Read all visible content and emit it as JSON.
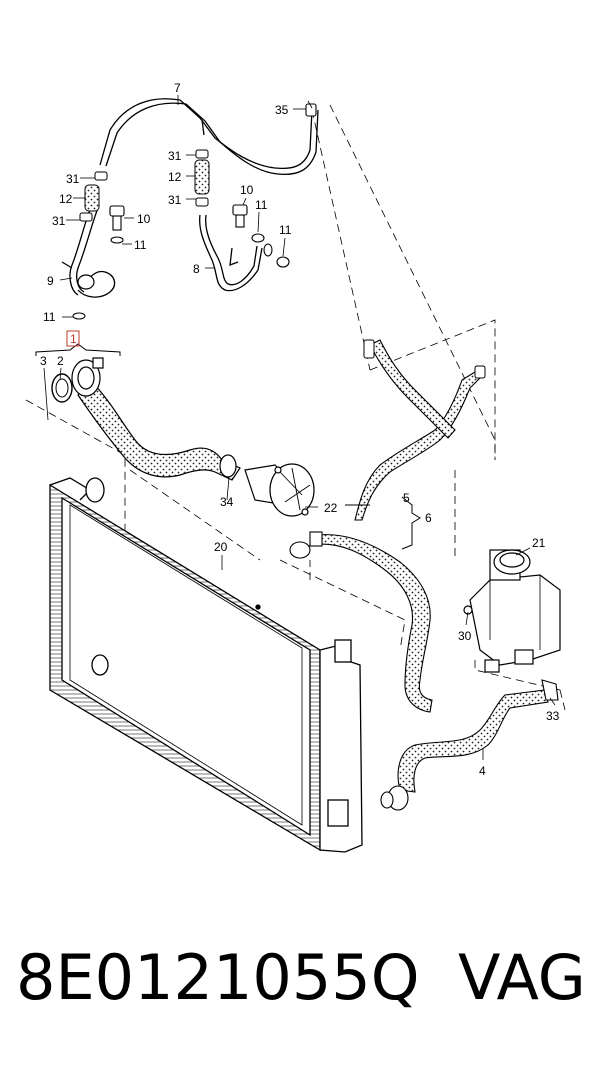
{
  "diagram": {
    "callouts": {
      "c1": "1",
      "c2": "2",
      "c3": "3",
      "c4": "4",
      "c5": "5",
      "c6": "6",
      "c7": "7",
      "c8": "8",
      "c9": "9",
      "c10a": "10",
      "c10b": "10",
      "c11a": "11",
      "c11b": "11",
      "c11c": "11",
      "c11d": "11",
      "c12a": "12",
      "c12b": "12",
      "c20": "20",
      "c21": "21",
      "c22": "22",
      "c30": "30",
      "c31a": "31",
      "c31b": "31",
      "c31c": "31",
      "c31d": "31",
      "c33": "33",
      "c34": "34",
      "c35": "35"
    },
    "highlight_color": "#c0392b",
    "hose_fill_color": "#ffffff",
    "hose_dot_color": "#222222"
  },
  "footer": {
    "part_number": "8E0121055Q",
    "brand": "VAG"
  }
}
